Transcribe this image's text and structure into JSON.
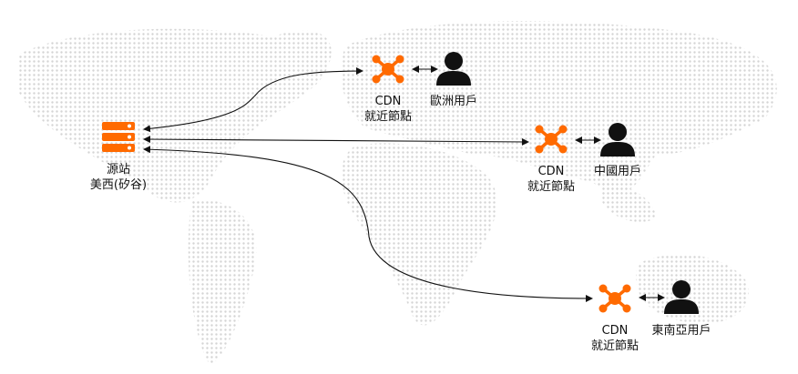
{
  "colors": {
    "accent": "#ff6a00",
    "text": "#111111",
    "map": "#e6e6e6"
  },
  "origin": {
    "line1": "源站",
    "line2": "美西(矽谷)"
  },
  "nodes": [
    {
      "cdn_line1": "CDN",
      "cdn_line2": "就近節點",
      "user": "歐洲用戶"
    },
    {
      "cdn_line1": "CDN",
      "cdn_line2": "就近節點",
      "user": "中國用戶"
    },
    {
      "cdn_line1": "CDN",
      "cdn_line2": "就近節點",
      "user": "東南亞用戶"
    }
  ]
}
